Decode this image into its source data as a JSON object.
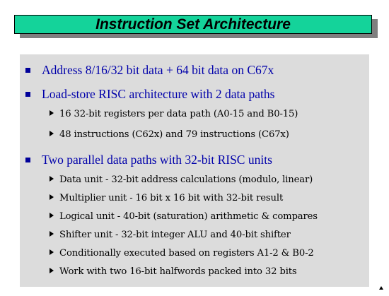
{
  "slide": {
    "title": "Instruction Set Architecture",
    "bullets": [
      {
        "text": "Address 8/16/32 bit data + 64 bit data on C67x",
        "subitems": []
      },
      {
        "text": "Load-store RISC architecture with 2 data paths",
        "subitems": [
          "16 32-bit registers per data path (A0-15 and B0-15)",
          "48 instructions (C62x) and 79 instructions (C67x)"
        ]
      },
      {
        "text": "Two parallel data paths with 32-bit RISC units",
        "subitems": [
          "Data unit - 32-bit address calculations (modulo, linear)",
          "Multiplier unit - 16 bit x 16 bit with 32-bit result",
          "Logical unit - 40-bit (saturation) arithmetic & compares",
          "Shifter unit - 32-bit integer ALU and 40-bit shifter",
          "Conditionally executed based on registers A1-2 & B0-2",
          "Work with two 16-bit halfwords packed into 32 bits"
        ]
      }
    ]
  },
  "colors": {
    "title_bar": "#14d39a",
    "content_bg": "#dcdcdc",
    "bullet_text": "#0000aa",
    "bullet_marker": "#00009a"
  }
}
